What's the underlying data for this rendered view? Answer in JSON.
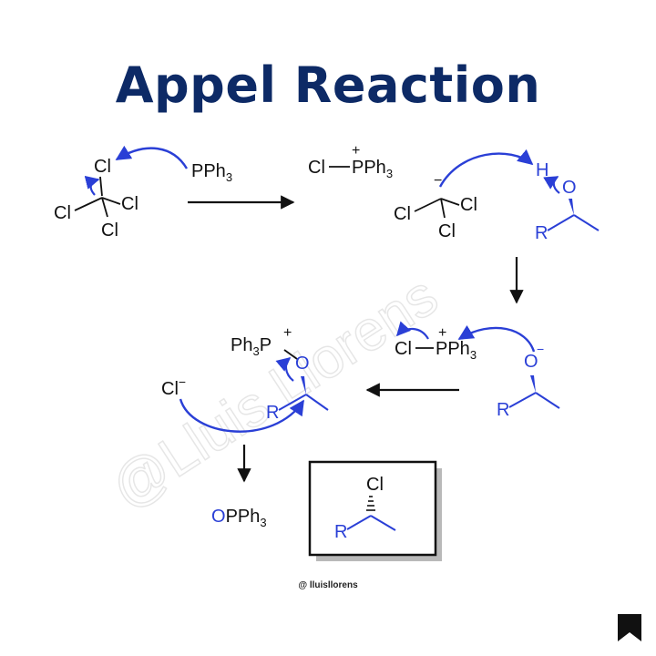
{
  "title": "Appel Reaction",
  "colors": {
    "title": "#0d2a66",
    "blue": "#2a3fd6",
    "black": "#111111"
  },
  "labels": {
    "cl": "Cl",
    "pph3": "PPh",
    "ph3": "Ph",
    "p": "P",
    "sub3": "3",
    "plus": "+",
    "minus": "−",
    "h": "H",
    "o": "O",
    "r": "R",
    "cl_minus": "Cl",
    "o_pph3": "O",
    "pph3_tail": "PPh"
  },
  "watermark": "@Lluis Llorens",
  "credit": "@ lluisllorens",
  "icons": {
    "bookmark": "bookmark-icon"
  }
}
